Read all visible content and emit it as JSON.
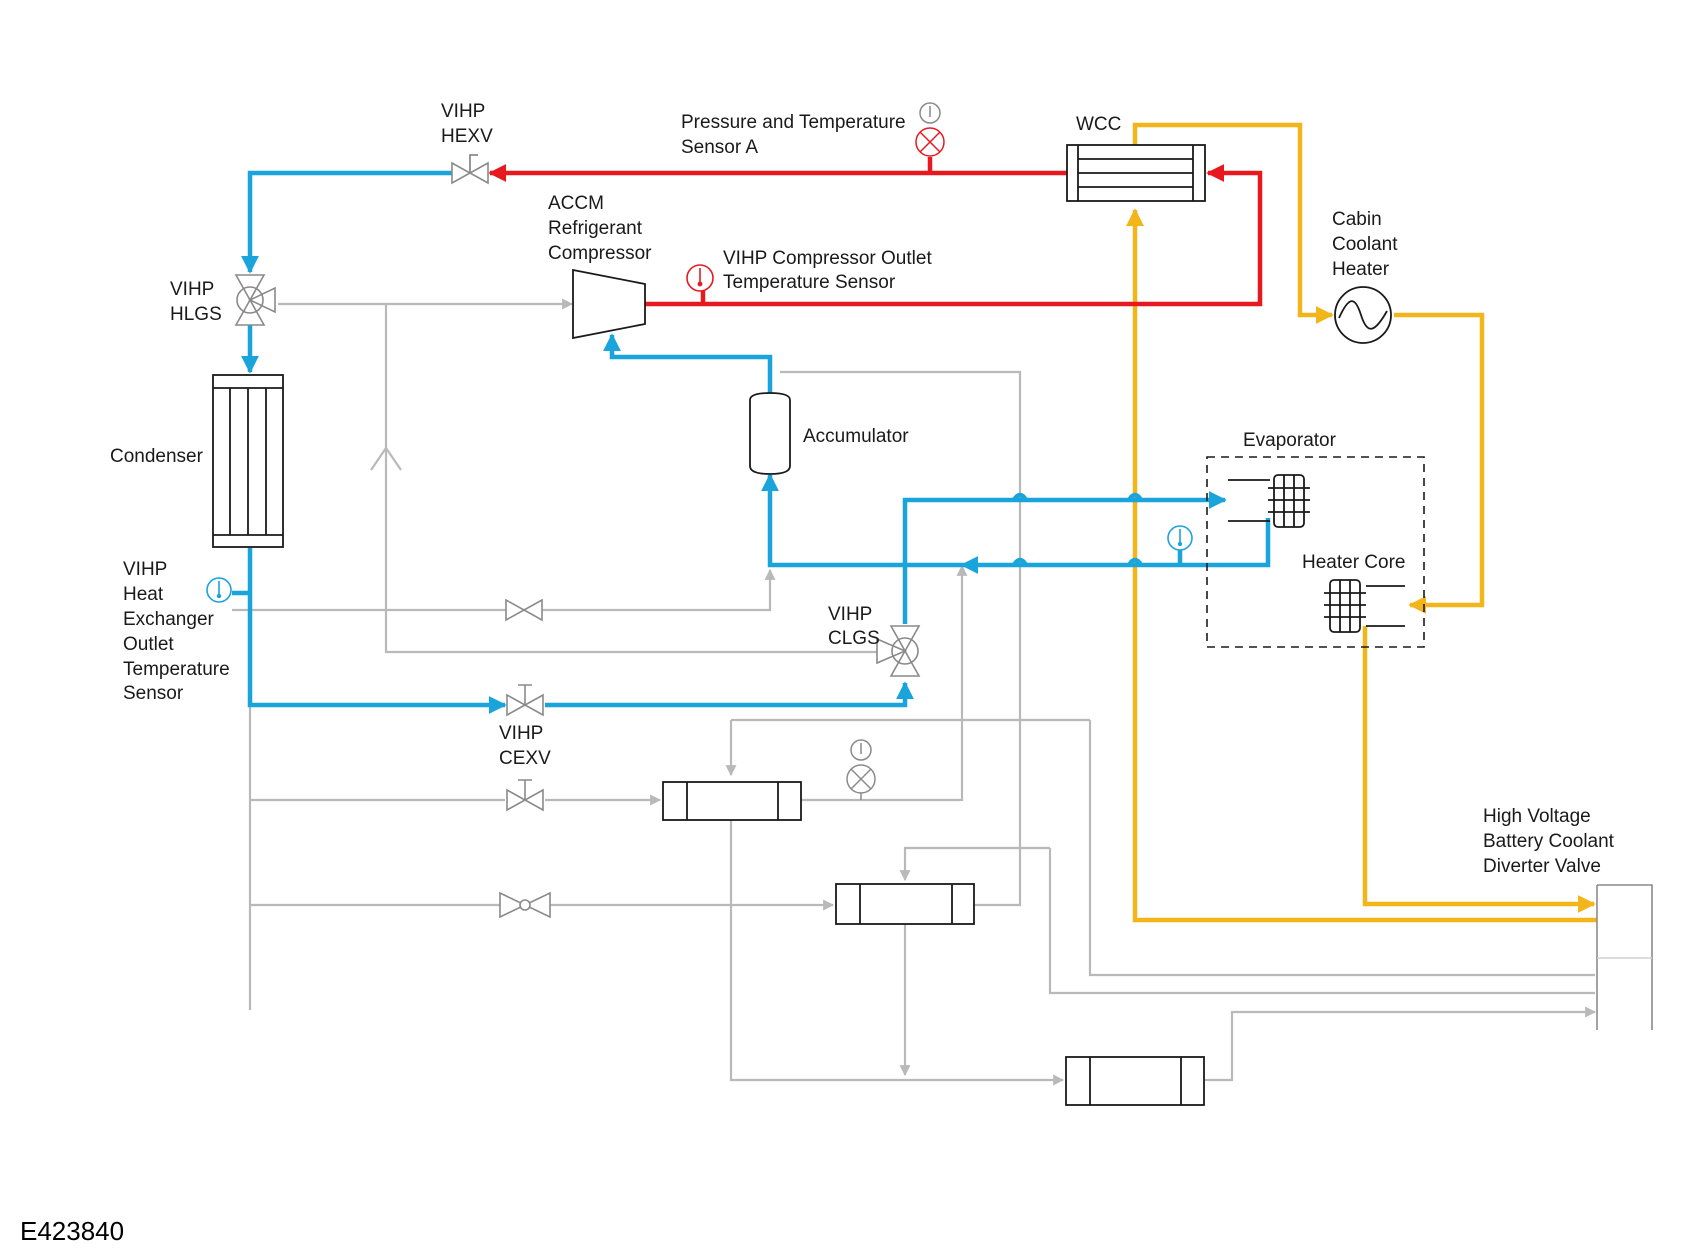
{
  "figure_code": "E423840",
  "colors": {
    "blue": "#1aa4dc",
    "red": "#e8191e",
    "yellow": "#f2b51a",
    "gray": "#b9b9b9"
  },
  "labels": {
    "hexv": [
      "VIHP",
      "HEXV"
    ],
    "pt_sensor_a": [
      "Pressure and Temperature",
      "Sensor A"
    ],
    "wcc": "WCC",
    "compressor": [
      "ACCM",
      "Refrigerant",
      "Compressor"
    ],
    "comp_outlet_sensor": [
      "VIHP Compressor Outlet",
      "Temperature Sensor"
    ],
    "cabin_heater": [
      "Cabin",
      "Coolant",
      "Heater"
    ],
    "hlgs": [
      "VIHP",
      "HLGS"
    ],
    "accumulator": "Accumulator",
    "condenser": "Condenser",
    "evaporator": "Evaporator",
    "hx_sensor": [
      "VIHP",
      "Heat",
      "Exchanger",
      "Outlet",
      "Temperature",
      "Sensor"
    ],
    "heater_core": "Heater Core",
    "clgs": [
      "VIHP",
      "CLGS"
    ],
    "cexv": [
      "VIHP",
      "CEXV"
    ],
    "diverter_valve": [
      "High Voltage",
      "Battery Coolant",
      "Diverter Valve"
    ]
  }
}
